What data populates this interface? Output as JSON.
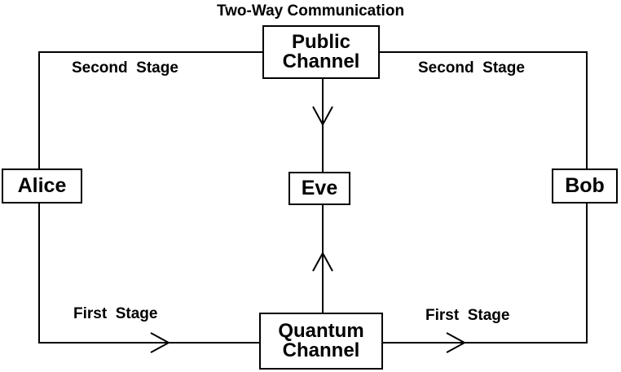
{
  "title": "Two-Way Communication",
  "nodes": {
    "public_channel": {
      "line1": "Public",
      "line2": "Channel"
    },
    "quantum_channel": {
      "line1": "Quantum",
      "line2": "Channel"
    },
    "alice": "Alice",
    "bob": "Bob",
    "eve": "Eve"
  },
  "labels": {
    "second_stage_left": "Second  Stage",
    "second_stage_right": "Second  Stage",
    "first_stage_left": "First  Stage",
    "first_stage_right": "First  Stage"
  },
  "colors": {
    "line": "#000000",
    "background": "#ffffff"
  }
}
